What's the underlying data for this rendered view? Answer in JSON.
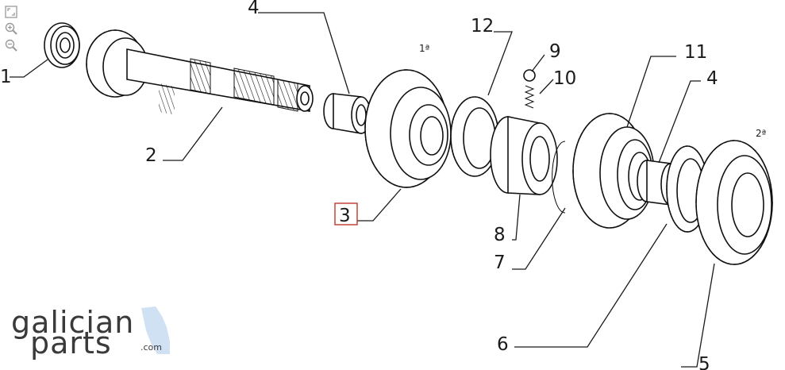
{
  "toolbar": {
    "fullscreen_icon": "expand-icon",
    "zoom_in_icon": "zoom-in-icon",
    "zoom_out_icon": "zoom-out-icon"
  },
  "callouts": {
    "c1": "1",
    "c2": "2",
    "c3": "3",
    "c4a": "4",
    "c4b": "4",
    "c5": "5",
    "c6": "6",
    "c7": "7",
    "c8": "8",
    "c9": "9",
    "c10": "10",
    "c11": "11",
    "c12": "12"
  },
  "gear_labels": {
    "first": "1ª",
    "second": "2ª"
  },
  "logo": {
    "line1": "galician",
    "line2": "parts",
    "domain": ".com",
    "accent_color": "#cfe1f3"
  },
  "highlight_color": "#c0392b"
}
